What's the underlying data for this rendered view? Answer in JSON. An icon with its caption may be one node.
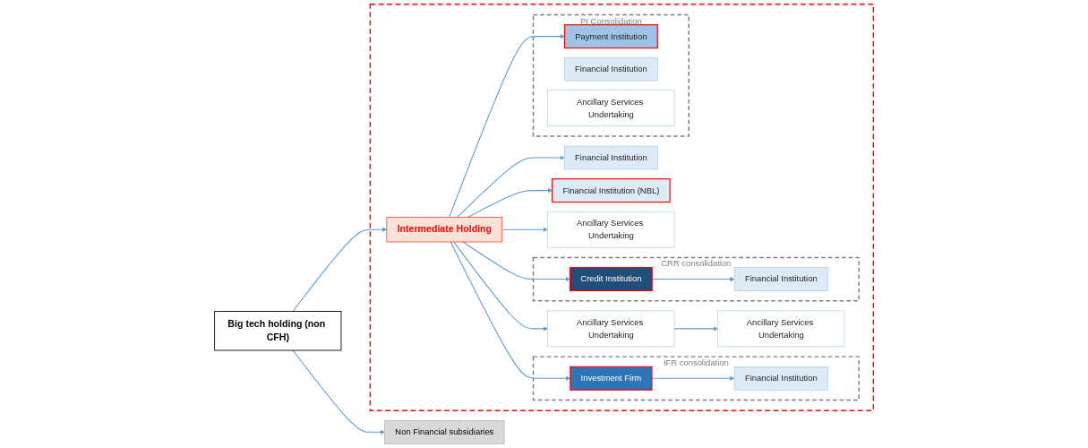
{
  "diagram": {
    "nodes": [
      {
        "text": [
          "Big tech holding (non CFH)"
        ]
      },
      {
        "text": [
          "Non Financial subsidiaries"
        ]
      },
      {
        "text": [],
        "shape": "box"
      },
      {
        "text": [
          "Intermediate Holding"
        ],
        "in": 2
      },
      {
        "text": [
          "Financial Institution"
        ],
        "in": 2
      },
      {
        "text": [
          "Financial Institution (NBL)"
        ],
        "in": 2
      },
      {
        "text": [
          "Ancillary Services Undertaking"
        ],
        "in": 2
      },
      {
        "text": [
          "IFR consolidation"
        ],
        "in": 2
      },
      {
        "text": [
          "Investment Firm"
        ],
        "in": 7
      },
      {
        "text": [
          "Financial Institution"
        ],
        "in": 7
      },
      {
        "text": [
          "Ancillary Services Undertaking"
        ],
        "in": 2
      },
      {
        "text": [
          "Ancillary Services Undertaking"
        ],
        "in": 2
      },
      {
        "text": [
          "CRR consolidation"
        ],
        "in": 2
      },
      {
        "text": [
          "Credit Institution"
        ],
        "in": 12
      },
      {
        "text": [
          "Financial Institution"
        ],
        "in": 12
      },
      {
        "text": [
          "PI Consolidation"
        ],
        "in": 2
      },
      {
        "text": [
          "Payment Institution"
        ],
        "in": 15
      },
      {
        "text": [
          "Financial Institution"
        ],
        "in": 15
      },
      {
        "text": [
          "Ancillary Services Undertaking"
        ],
        "in": 15
      }
    ],
    "edges": [
      {
        "from": 0,
        "to": 1,
        "arrow": "to"
      },
      {
        "from": 0,
        "to": 3,
        "arrow": "to"
      },
      {
        "from": 3,
        "to": 4,
        "arrow": "to"
      },
      {
        "from": 3,
        "to": 5,
        "arrow": "to"
      },
      {
        "from": 3,
        "to": 6,
        "arrow": "to"
      },
      {
        "from": 3,
        "to": 8,
        "arrow": "to"
      },
      {
        "from": 8,
        "to": 9,
        "arrow": "to"
      },
      {
        "from": 3,
        "to": 10,
        "arrow": "to"
      },
      {
        "from": 10,
        "to": 11,
        "arrow": "to"
      },
      {
        "from": 3,
        "to": 13,
        "arrow": "to"
      },
      {
        "from": 13,
        "to": 14,
        "arrow": "to"
      },
      {
        "from": 3,
        "to": 16,
        "arrow": "to"
      }
    ]
  }
}
